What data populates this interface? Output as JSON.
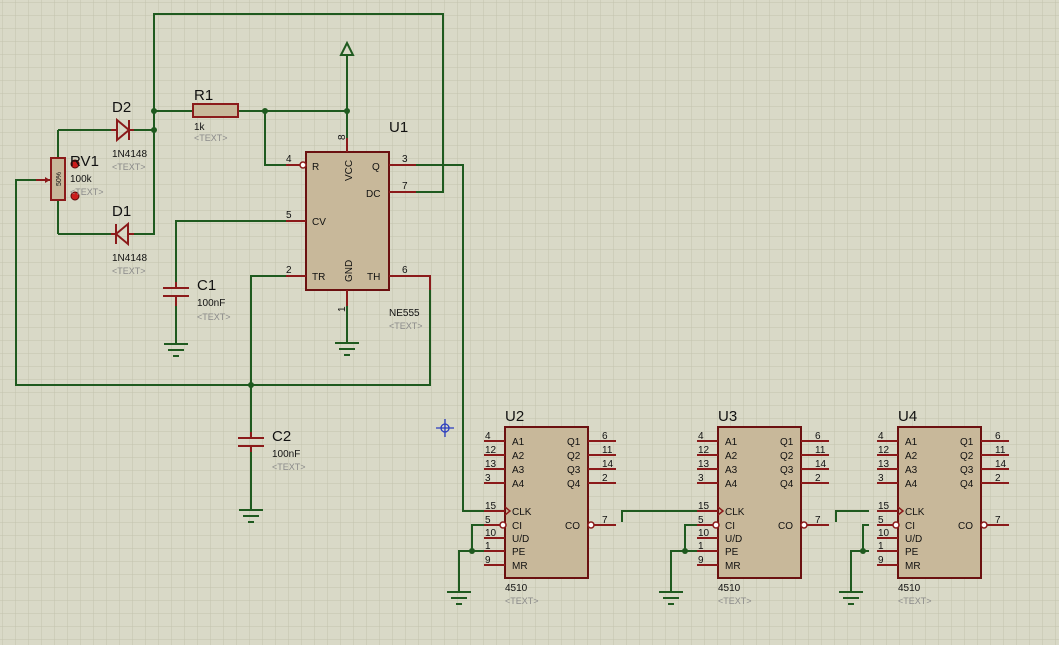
{
  "colors": {
    "background": "#d9d9c7",
    "wire": "#1f5a1f",
    "pin": "#8b1a1a",
    "body": "#c8b89a",
    "grid": "#c2c2ae"
  },
  "placeholder_text": "<TEXT>",
  "components": {
    "r1": {
      "ref": "R1",
      "value": "1k"
    },
    "d2": {
      "ref": "D2",
      "value": "1N4148"
    },
    "d1": {
      "ref": "D1",
      "value": "1N4148"
    },
    "rv1": {
      "ref": "RV1",
      "value": "100k",
      "body_label": "50%"
    },
    "c1": {
      "ref": "C1",
      "value": "100nF"
    },
    "c2": {
      "ref": "C2",
      "value": "100nF"
    },
    "u1": {
      "ref": "U1",
      "part": "NE555",
      "pins": {
        "reset": {
          "num": "4",
          "label": "R"
        },
        "cv": {
          "num": "5",
          "label": "CV"
        },
        "tr": {
          "num": "2",
          "label": "TR"
        },
        "vcc": {
          "num": "8",
          "label": "VCC"
        },
        "gnd": {
          "num": "1",
          "label": "GND"
        },
        "q": {
          "num": "3",
          "label": "Q"
        },
        "dc": {
          "num": "7",
          "label": "DC"
        },
        "th": {
          "num": "6",
          "label": "TH"
        }
      }
    },
    "counters": [
      {
        "ref": "U2",
        "part": "4510"
      },
      {
        "ref": "U3",
        "part": "4510"
      },
      {
        "ref": "U4",
        "part": "4510"
      }
    ],
    "counter_pins": {
      "left": [
        {
          "num": "4",
          "label": "A1"
        },
        {
          "num": "12",
          "label": "A2"
        },
        {
          "num": "13",
          "label": "A3"
        },
        {
          "num": "3",
          "label": "A4"
        },
        {
          "num": "15",
          "label": "CLK"
        },
        {
          "num": "5",
          "label": "CI"
        },
        {
          "num": "10",
          "label": "U/D"
        },
        {
          "num": "1",
          "label": "PE"
        },
        {
          "num": "9",
          "label": "MR"
        }
      ],
      "right": [
        {
          "num": "6",
          "label": "Q1"
        },
        {
          "num": "11",
          "label": "Q2"
        },
        {
          "num": "14",
          "label": "Q3"
        },
        {
          "num": "2",
          "label": "Q4"
        },
        {
          "num": "7",
          "label": "CO"
        }
      ]
    }
  }
}
